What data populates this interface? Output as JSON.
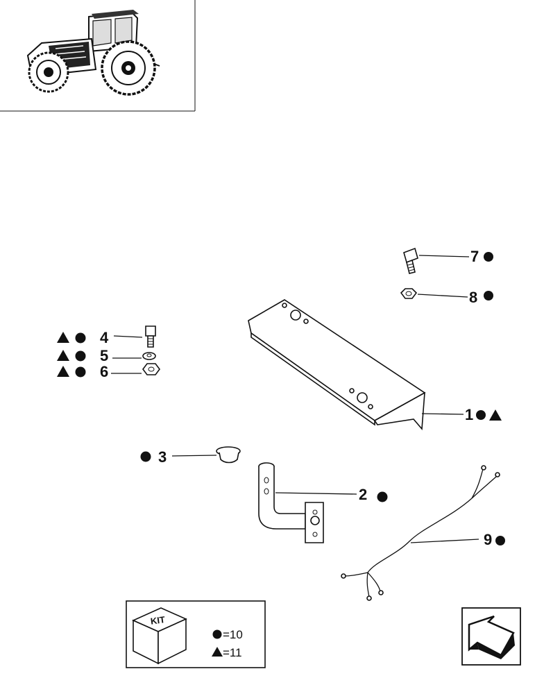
{
  "callouts": [
    {
      "id": "1",
      "label": "1"
    },
    {
      "id": "2",
      "label": "2"
    },
    {
      "id": "3",
      "label": "3"
    },
    {
      "id": "4",
      "label": "4"
    },
    {
      "id": "5",
      "label": "5"
    },
    {
      "id": "6",
      "label": "6"
    },
    {
      "id": "7",
      "label": "7"
    },
    {
      "id": "8",
      "label": "8"
    },
    {
      "id": "9",
      "label": "9"
    }
  ],
  "kit": {
    "box_label": "KIT",
    "legend": [
      {
        "symbol": "circle",
        "text": "=10"
      },
      {
        "symbol": "triangle",
        "text": "=11"
      }
    ]
  },
  "icons": {
    "thumbnail": "tractor-thumbnail-icon",
    "navigation": "back-arrow-icon"
  }
}
